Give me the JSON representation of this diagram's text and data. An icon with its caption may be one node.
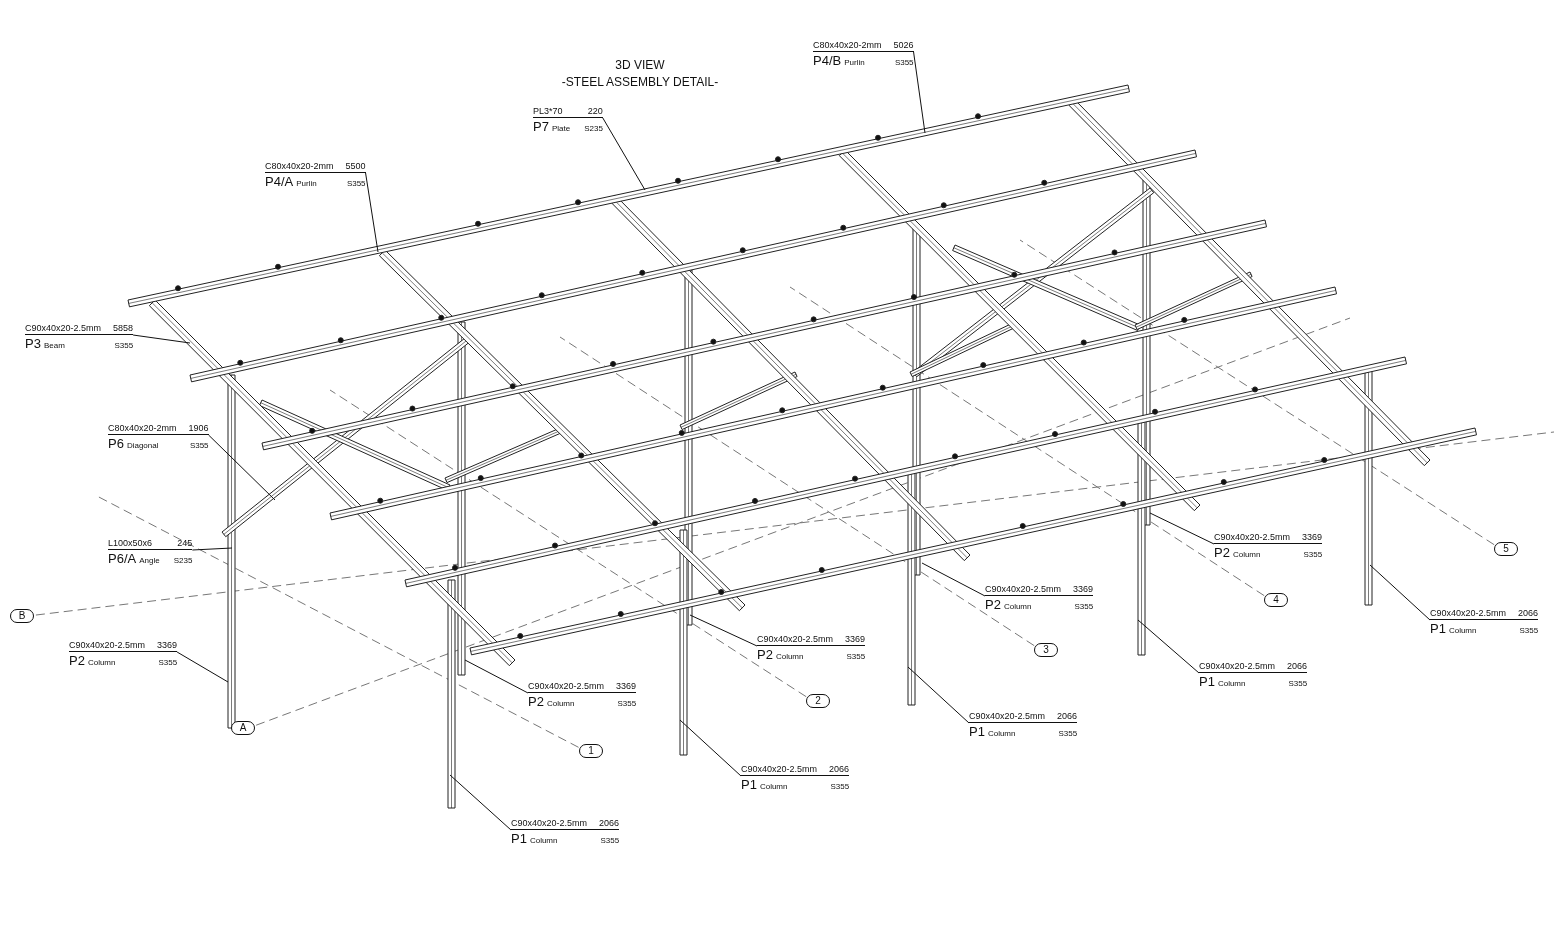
{
  "diagram": {
    "title": "3D VIEW",
    "caption": "-STEEL ASSEMBLY DETAIL-",
    "nodes": [
      {
        "text": [
          "C80x40x20-2mm",
          "5026",
          "P4/B",
          "Purlin",
          "S355"
        ]
      },
      {
        "text": [
          "PL3*70",
          "220",
          "P7",
          "Plate",
          "S235"
        ]
      },
      {
        "text": [
          "C80x40x20-2mm",
          "5500",
          "P4/A",
          "Purlin",
          "S355"
        ]
      },
      {
        "text": [
          "C90x40x20-2.5mm",
          "5858",
          "P3",
          "Beam",
          "S355"
        ]
      },
      {
        "text": [
          "C80x40x20-2mm",
          "1906",
          "P6",
          "Diagonal",
          "S355"
        ]
      },
      {
        "text": [
          "C90x40x20-2.5mm",
          "3369",
          "P2",
          "Column",
          "S355"
        ]
      },
      {
        "text": [
          "L100x50x6",
          "245",
          "P6/A",
          "Angle",
          "S235"
        ]
      },
      {
        "text": [
          "C90x40x20-2.5mm",
          "3369",
          "P2",
          "Column",
          "S355"
        ]
      },
      {
        "text": [
          "C90x40x20-2.5mm",
          "2066",
          "P1",
          "Column",
          "S355"
        ]
      },
      {
        "text": [
          "C90x40x20-2.5mm",
          "3369",
          "P2",
          "Column",
          "S355"
        ]
      },
      {
        "text": [
          "C90x40x20-2.5mm",
          "3369",
          "P2",
          "Column",
          "S355"
        ]
      },
      {
        "text": [
          "C90x40x20-2.5mm",
          "2066",
          "P1",
          "Column",
          "S355"
        ]
      },
      {
        "text": [
          "C90x40x20-2.5mm",
          "3369",
          "P2",
          "Column",
          "S355"
        ]
      },
      {
        "text": [
          "C90x40x20-2.5mm",
          "2066",
          "P1",
          "Column",
          "S355"
        ]
      },
      {
        "text": [
          "C90x40x20-2.5mm",
          "2066",
          "P1",
          "Column",
          "S355"
        ]
      },
      {
        "text": [
          "C90x40x20-2.5mm",
          "2066",
          "P1",
          "Column",
          "S355"
        ]
      }
    ],
    "edges": [
      {
        "from": 0,
        "to": null,
        "arrow": "none"
      },
      {
        "from": 1,
        "to": null,
        "arrow": "none"
      },
      {
        "from": 2,
        "to": null,
        "arrow": "none"
      },
      {
        "from": 3,
        "to": null,
        "arrow": "none"
      },
      {
        "from": 4,
        "to": null,
        "arrow": "none"
      },
      {
        "from": 5,
        "to": null,
        "arrow": "none"
      },
      {
        "from": 6,
        "to": null,
        "arrow": "none"
      },
      {
        "from": 7,
        "to": null,
        "arrow": "none"
      },
      {
        "from": 8,
        "to": null,
        "arrow": "none"
      },
      {
        "from": 9,
        "to": null,
        "arrow": "none"
      },
      {
        "from": 10,
        "to": null,
        "arrow": "none"
      },
      {
        "from": 11,
        "to": null,
        "arrow": "none"
      },
      {
        "from": 12,
        "to": null,
        "arrow": "none"
      },
      {
        "from": 13,
        "to": null,
        "arrow": "none"
      },
      {
        "from": 14,
        "to": null,
        "arrow": "none"
      },
      {
        "from": 15,
        "to": null,
        "arrow": "none"
      }
    ],
    "labels": [
      "5",
      "4",
      "3",
      "B",
      "2",
      "A",
      "1"
    ]
  }
}
